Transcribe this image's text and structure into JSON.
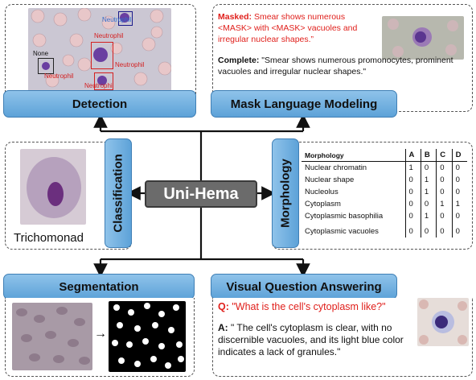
{
  "center_label": "Uni-Hema",
  "detection": {
    "label": "Detection",
    "box_labels": [
      "None",
      "Neutrophil",
      "Neutrophil",
      "Neutrophil",
      "Neutrophil",
      "Neutrophil"
    ]
  },
  "mlm": {
    "label": "Mask Language Modeling",
    "masked_prefix": "Masked:",
    "masked_text": "Smear shows numerous <MASK> with <MASK> vacuoles and irregular nuclear shapes.”",
    "complete_prefix": "Complete:",
    "complete_text": "\"Smear shows numerous promonocytes,  prominent vacuoles and irregular nuclear shapes.\""
  },
  "classification": {
    "label": "Classification",
    "caption": "Trichomonad"
  },
  "morphology": {
    "label": "Morphology",
    "table_header": [
      "Morphology",
      "A",
      "B",
      "C",
      "D"
    ],
    "rows": [
      {
        "name": "Nuclear chromatin",
        "vals": [
          "1",
          "0",
          "0",
          "0"
        ]
      },
      {
        "name": "Nuclear shape",
        "vals": [
          "0",
          "1",
          "0",
          "0"
        ]
      },
      {
        "name": "Nucleolus",
        "vals": [
          "0",
          "1",
          "0",
          "0"
        ]
      },
      {
        "name": "Cytoplasm",
        "vals": [
          "0",
          "0",
          "1",
          "1"
        ]
      },
      {
        "name": "Cytoplasmic basophilia",
        "vals": [
          "0",
          "1",
          "0",
          "0"
        ]
      },
      {
        "name": "Cytoplasmic vacuoles",
        "vals": [
          "0",
          "0",
          "0",
          "0"
        ]
      }
    ]
  },
  "segmentation": {
    "label": "Segmentation"
  },
  "vqa": {
    "label": "Visual Question Answering",
    "q_prefix": "Q:",
    "question": "\"What is the cell's cytoplasm like?\"",
    "a_prefix": "A:",
    "answer": "\" The cell's cytoplasm is clear, with no discernible vacuoles, and its light blue color indicates a lack of granules.\""
  },
  "colors": {
    "accent_blue": "#5da2d8",
    "highlight_red": "#e0201c",
    "center_box": "#6b6b6b"
  }
}
